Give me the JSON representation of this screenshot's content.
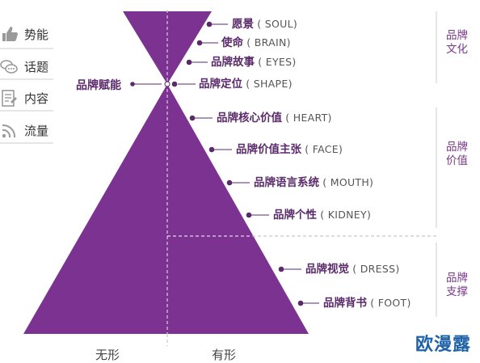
{
  "left_menu": [
    {
      "label": "势能",
      "icon": "thumbs-up-icon"
    },
    {
      "label": "话题",
      "icon": "chat-bubbles-icon"
    },
    {
      "label": "内容",
      "icon": "document-icon"
    },
    {
      "label": "流量",
      "icon": "signal-icon"
    }
  ],
  "brand_empower": "品牌赋能",
  "levels": [
    {
      "cn": "愿景",
      "en": "( SOUL)"
    },
    {
      "cn": "使命",
      "en": "( BRAIN)"
    },
    {
      "cn": "品牌故事",
      "en": "( EYES)"
    },
    {
      "cn": "品牌定位",
      "en": "( SHAPE)"
    },
    {
      "cn": "品牌核心价值",
      "en": "( HEART)"
    },
    {
      "cn": "品牌价值主张",
      "en": "( FACE)"
    },
    {
      "cn": "品牌语言系统",
      "en": "( MOUTH)"
    },
    {
      "cn": "品牌个性",
      "en": "( KIDNEY)"
    },
    {
      "cn": "品牌视觉",
      "en": "( DRESS)"
    },
    {
      "cn": "品牌背书",
      "en": "( FOOT)"
    }
  ],
  "groups": [
    {
      "line1": "品牌",
      "line2": "文化"
    },
    {
      "line1": "品牌",
      "line2": "价值"
    },
    {
      "line1": "品牌",
      "line2": "支撑"
    }
  ],
  "bottom": {
    "left": "无形",
    "right": "有形"
  },
  "watermark": "欧漫露",
  "colors": {
    "purple": "#7b3290",
    "label": "#5a2a6a"
  }
}
